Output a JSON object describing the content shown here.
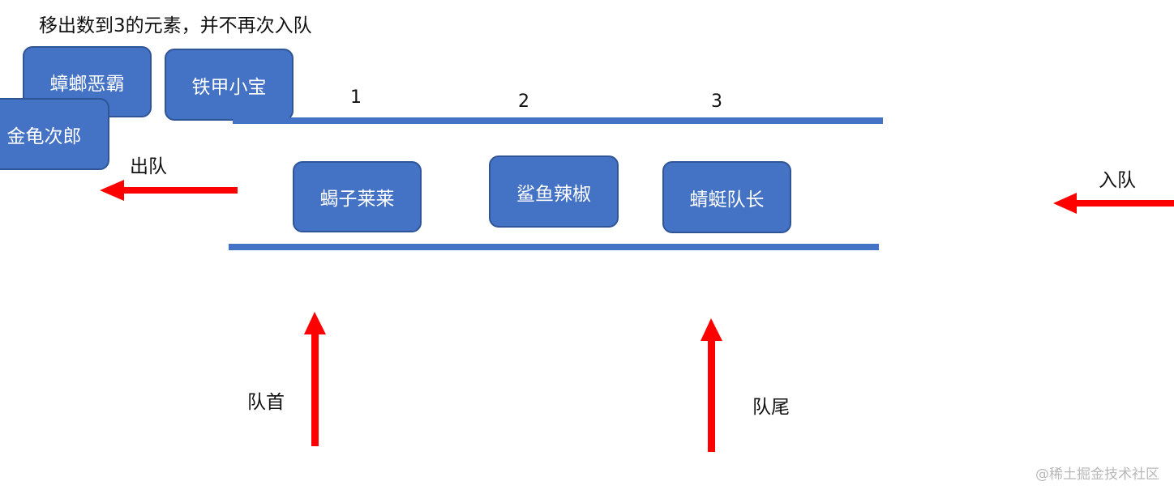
{
  "title": "移出数到3的元素，并不再次入队",
  "removed_items": [
    "蟑螂恶霸",
    "铁甲小宝",
    "金龟次郎"
  ],
  "slot_numbers": [
    "1",
    "2",
    "3"
  ],
  "queue_items": [
    "蝎子莱莱",
    "鲨鱼辣椒",
    "蜻蜓队长"
  ],
  "labels": {
    "dequeue": "出队",
    "enqueue": "入队",
    "head": "队首",
    "tail": "队尾"
  },
  "watermark": "@稀土掘金技术社区",
  "colors": {
    "box": "#4472c4",
    "box_border": "#2f5597",
    "rail": "#4472c4",
    "arrow": "#ff0000"
  }
}
